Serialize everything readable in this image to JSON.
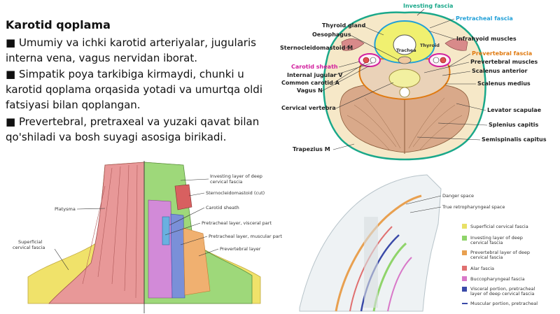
{
  "slide": {
    "title": "Karotid qoplama",
    "paragraphs": [
      "■ Umumiy va ichki karotid arteriyalar, jugularis interna vena, vagus nervidan iborat.",
      "■ Simpatik poya tarkibiga kirmaydi, chunki u karotid qoplama orqasida yotadi va umurtqa oldi fatsiyasi bilan qoplangan.",
      "■ Prevertebral, pretraxeal va yuzaki qavat bilan qo'shiladi va bosh suyagi asosiga birikadi."
    ]
  },
  "cross_section": {
    "labels": {
      "investing_fascia": "Investing fascia",
      "pretracheal_fascia": "Pretracheal fascia",
      "thyroid_gland": "Thyroid  gland",
      "oesophagus": "Oesophagus",
      "sternocleidomastoid": "Sternocleidomastoid M",
      "infrahyoid": "Infrahyoid muscles",
      "prevertebral_fascia": "Prevertebral fascia",
      "prevertebral_muscles": "Prevertebral muscles",
      "carotid_sheath": "Carotid sheath",
      "internal_jugular": "Internal jugular V",
      "common_carotid": "Common carotid A",
      "vagus": "Vagus N",
      "scalenus_anterior": "Scalenus anterior",
      "scalenus_medius": "Scalenus medius",
      "cervical_vertebra": "Cervical vertebra",
      "levator_scapulae": "Levator scapulae",
      "splenius_capitis": "Splenius capitis",
      "semispinalis_capitis": "Semispinalis capitus",
      "trapezius": "Trapezius M",
      "trachea": "Trachea",
      "thyroid": "Thyroid"
    },
    "colors": {
      "investing": "#1aa88a",
      "pretracheal": "#22a0d8",
      "prevertebral": "#e07a10",
      "carotid": "#d21f9e"
    }
  },
  "neck_anterior": {
    "labels": {
      "platysma": "Platysma",
      "superficial_1": "Superficial",
      "superficial_2": "cervical fascia",
      "investing_1": "Investing layer of deep",
      "investing_2": "cervical fascia",
      "scm_cut": "Sternocleidomastoid (cut)",
      "carotid_sheath": "Carotid sheath",
      "pretracheal_visceral": "Pretracheal layer, visceral part",
      "pretracheal_muscular": "Pretracheal layer, muscular part",
      "prevertebral_layer": "Prevertebral layer"
    }
  },
  "sagittal": {
    "labels": {
      "danger_space": "Danger space",
      "true_retropharyngeal": "True retropharyngeal space"
    },
    "legend": [
      {
        "lines": [
          "Superficial cervical fascia"
        ],
        "color": "#e8e066"
      },
      {
        "lines": [
          "Investing layer of deep",
          "cervical fascia"
        ],
        "color": "#8fd46a"
      },
      {
        "lines": [
          "Prevertebral layer of deep",
          "cervical fascia"
        ],
        "color": "#e8a050"
      },
      {
        "lines": [
          "Alar fascia"
        ],
        "color": "#e07070"
      },
      {
        "lines": [
          "Buccopharyngeal fascia"
        ],
        "color": "#d878c8"
      },
      {
        "lines": [
          "Visceral portion, pretracheal",
          "layer of deep cervical fascia"
        ],
        "color": "#3a4aa8"
      },
      {
        "lines": [
          "Muscular portion, pretracheal"
        ],
        "color": "#3a4aa8",
        "type": "line"
      }
    ]
  }
}
